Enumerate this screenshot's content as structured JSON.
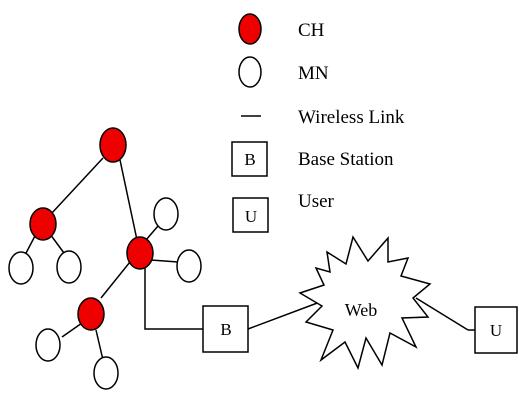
{
  "legend": {
    "ch": "CH",
    "mn": "MN",
    "wireless_link": "Wireless Link",
    "base_station": "Base Station",
    "user": "User",
    "base_station_symbol": "B",
    "user_symbol": "U"
  },
  "network": {
    "base_station_label": "B",
    "web_label": "Web",
    "user_label": "U"
  },
  "colors": {
    "ch_fill": "#ee0000",
    "mn_fill": "#ffffff",
    "stroke": "#000000"
  }
}
